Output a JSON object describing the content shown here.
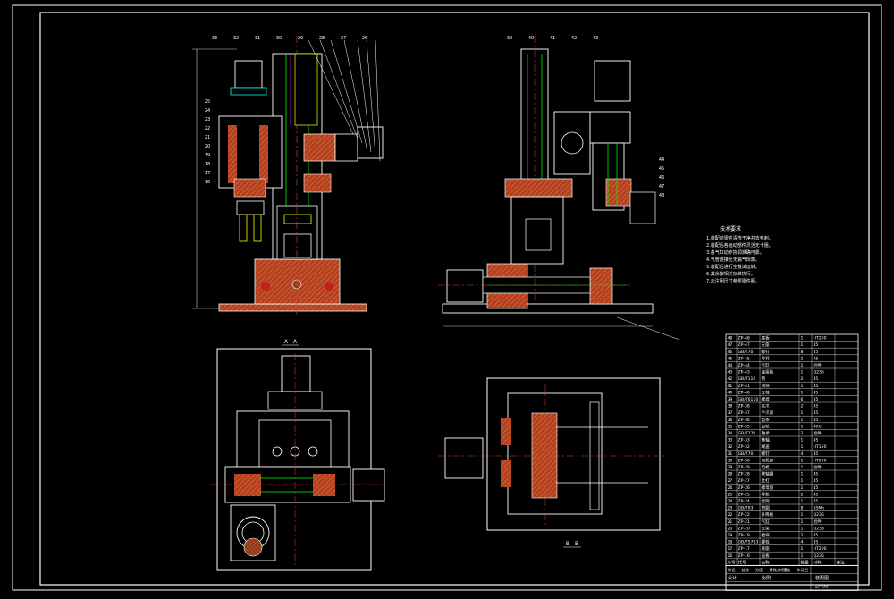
{
  "drawing": {
    "title_block": {
      "row1": [
        "标记",
        "处数",
        "分区",
        "更改文件号",
        "签名",
        "年月日"
      ],
      "designer_label": "设计",
      "scale_label": "比例",
      "drawing_name": "装配图",
      "drawing_no": "ZP-00"
    },
    "section_labels": {
      "top_view": "A—A",
      "bottom_view": "B—B"
    },
    "tech_req": {
      "heading": "技术要求",
      "items": [
        "1.装配前零件清洗干净并去毛刺。",
        "2.装配后各运动部件灵活无卡阻。",
        "3.各气缸动作协调准确可靠。",
        "4.气管连接处无漏气现象。",
        "5.装配后进行空载试运转。",
        "6.其余按相关标准执行。",
        "7.未注明尺寸参照零件图。"
      ]
    },
    "balloons_view1": [
      "33",
      "32",
      "31",
      "30",
      "29",
      "28",
      "27",
      "26",
      "25",
      "24",
      "23",
      "22",
      "21",
      "20",
      "19",
      "18",
      "17",
      "16"
    ],
    "balloons_view2": [
      "39",
      "40",
      "41",
      "42",
      "43",
      "44",
      "45",
      "46",
      "47",
      "48"
    ],
    "parts_list": {
      "headers": [
        "序号",
        "代号",
        "名称",
        "数量",
        "材料",
        "备注"
      ],
      "rows": [
        [
          "48",
          "ZP-48",
          "底板",
          "1",
          "HT200",
          ""
        ],
        [
          "47",
          "ZP-47",
          "支座",
          "1",
          "45",
          ""
        ],
        [
          "46",
          "GB/T70",
          "螺钉",
          "8",
          "35",
          ""
        ],
        [
          "45",
          "ZP-45",
          "导杆",
          "2",
          "45",
          ""
        ],
        [
          "44",
          "ZP-44",
          "气缸",
          "1",
          "组件",
          ""
        ],
        [
          "43",
          "ZP-43",
          "连接板",
          "1",
          "Q235",
          ""
        ],
        [
          "42",
          "GB/T119",
          "销",
          "2",
          "35",
          ""
        ],
        [
          "41",
          "ZP-41",
          "滑块",
          "1",
          "45",
          ""
        ],
        [
          "40",
          "ZP-40",
          "立柱",
          "1",
          "45",
          ""
        ],
        [
          "39",
          "GB/T6170",
          "螺母",
          "6",
          "35",
          ""
        ],
        [
          "38",
          "ZP-38",
          "夹爪",
          "2",
          "45",
          ""
        ],
        [
          "37",
          "ZP-37",
          "手爪座",
          "1",
          "45",
          ""
        ],
        [
          "36",
          "ZP-36",
          "齿条",
          "1",
          "45",
          ""
        ],
        [
          "35",
          "ZP-35",
          "齿轮",
          "1",
          "40Cr",
          ""
        ],
        [
          "34",
          "GB/T276",
          "轴承",
          "2",
          "组件",
          ""
        ],
        [
          "33",
          "ZP-33",
          "转轴",
          "1",
          "45",
          ""
        ],
        [
          "32",
          "ZP-32",
          "端盖",
          "1",
          "HT150",
          ""
        ],
        [
          "31",
          "GB/T70",
          "螺钉",
          "4",
          "35",
          ""
        ],
        [
          "30",
          "ZP-30",
          "电机座",
          "1",
          "HT200",
          ""
        ],
        [
          "29",
          "ZP-29",
          "电机",
          "1",
          "组件",
          ""
        ],
        [
          "28",
          "ZP-28",
          "联轴器",
          "1",
          "45",
          ""
        ],
        [
          "27",
          "ZP-27",
          "丝杠",
          "1",
          "45",
          ""
        ],
        [
          "26",
          "ZP-26",
          "螺母座",
          "1",
          "45",
          ""
        ],
        [
          "25",
          "ZP-25",
          "导轨",
          "2",
          "45",
          ""
        ],
        [
          "24",
          "ZP-24",
          "套筒",
          "1",
          "45",
          ""
        ],
        [
          "23",
          "GB/T93",
          "垫圈",
          "8",
          "65Mn",
          ""
        ],
        [
          "22",
          "ZP-22",
          "升降板",
          "1",
          "Q235",
          ""
        ],
        [
          "21",
          "ZP-21",
          "气缸",
          "1",
          "组件",
          ""
        ],
        [
          "20",
          "ZP-20",
          "支架",
          "1",
          "Q235",
          ""
        ],
        [
          "19",
          "ZP-19",
          "挡块",
          "2",
          "45",
          ""
        ],
        [
          "18",
          "GB/T5783",
          "螺栓",
          "4",
          "35",
          ""
        ],
        [
          "17",
          "ZP-17",
          "底座",
          "1",
          "HT200",
          ""
        ],
        [
          "16",
          "ZP-16",
          "盖板",
          "1",
          "Q235",
          ""
        ]
      ]
    }
  }
}
